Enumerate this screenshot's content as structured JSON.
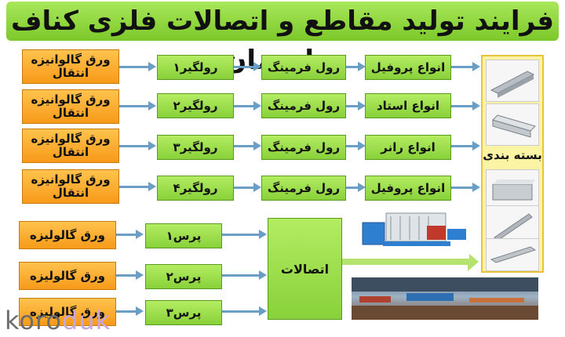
{
  "title": "فرایند تولید مقاطع و اتصالات فلزی کناف ساختمان",
  "rows": [
    {
      "sheet": "ورق گالوانیزه\nانتقال",
      "machine": "رولگیر۱",
      "forming": "رول فرمینگ",
      "product": "انواع پروفیل"
    },
    {
      "sheet": "ورق گالوانیزه\nانتقال",
      "machine": "رولگیر۲",
      "forming": "رول فرمینگ",
      "product": "انواع استاد"
    },
    {
      "sheet": "ورق گالوانیزه\nانتقال",
      "machine": "رولگیر۳",
      "forming": "رول فرمینگ",
      "product": "انواع رانر"
    },
    {
      "sheet": "ورق گالوانیزه\nانتقال",
      "machine": "رولگیر۴",
      "forming": "رول فرمینگ",
      "product": "انواع پروفیل"
    }
  ],
  "press_rows": [
    {
      "sheet": "ورق گالولیزه",
      "press": "پرس۱"
    },
    {
      "sheet": "ورق گالولیزه",
      "press": "پرس۲"
    },
    {
      "sheet": "ورق گالولیزه",
      "press": "پرس۳"
    }
  ],
  "fittings": "اتصالات",
  "packaging": "بسته بندی",
  "watermark": {
    "main": "koro",
    "accent": "duk"
  },
  "colors": {
    "title_bg": "#8fd43a",
    "orange_box": "#f9a623",
    "green_box": "#9be04a",
    "arrow": "#6a9ec4",
    "panel": "#fbf4a4"
  }
}
